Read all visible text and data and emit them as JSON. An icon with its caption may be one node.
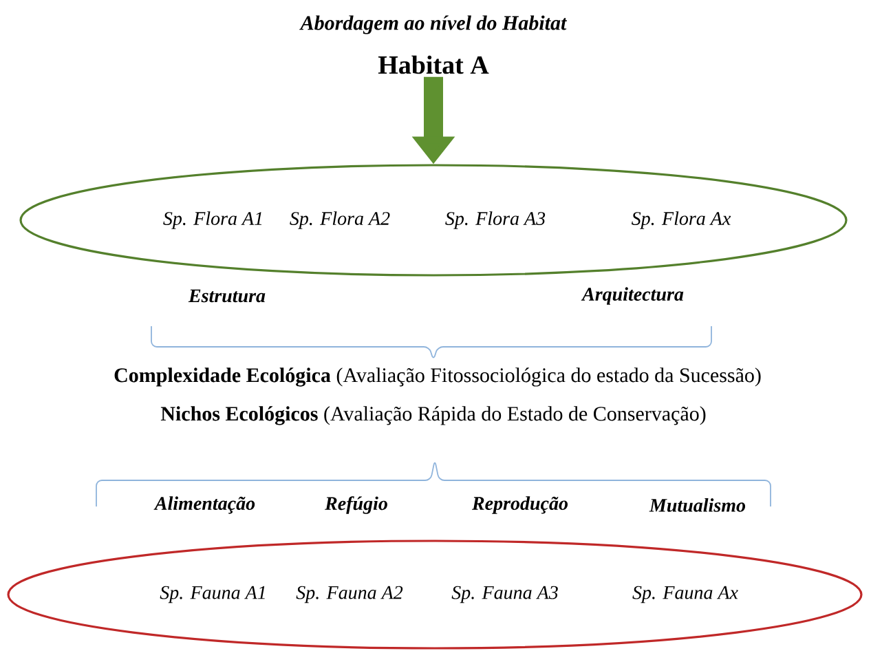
{
  "diagram": {
    "title": "Abordagem ao nível do Habitat",
    "nodes": [
      {
        "text": [
          "Habitat A"
        ]
      },
      {
        "text": [
          "Sp. Flora A1",
          "Sp. Flora A2",
          "Sp. Flora A3",
          "Sp. Flora Ax"
        ]
      },
      {
        "text": [
          "Sp. Fauna A1",
          "Sp. Fauna A2",
          "Sp. Fauna A3",
          "Sp. Fauna Ax"
        ]
      }
    ],
    "edges": [
      {
        "from": 0,
        "to": 1,
        "arrow": "to"
      }
    ],
    "labels": [
      "Estrutura",
      "Arquitectura",
      "**Complexidade Ecológica** (Avaliação Fitossociológica do estado da Sucessão)",
      "**Nichos Ecológicos** (Avaliação Rápida do Estado de Conservação)",
      "Alimentação",
      "Refúgio",
      "Reprodução",
      "Mutualismo"
    ]
  }
}
